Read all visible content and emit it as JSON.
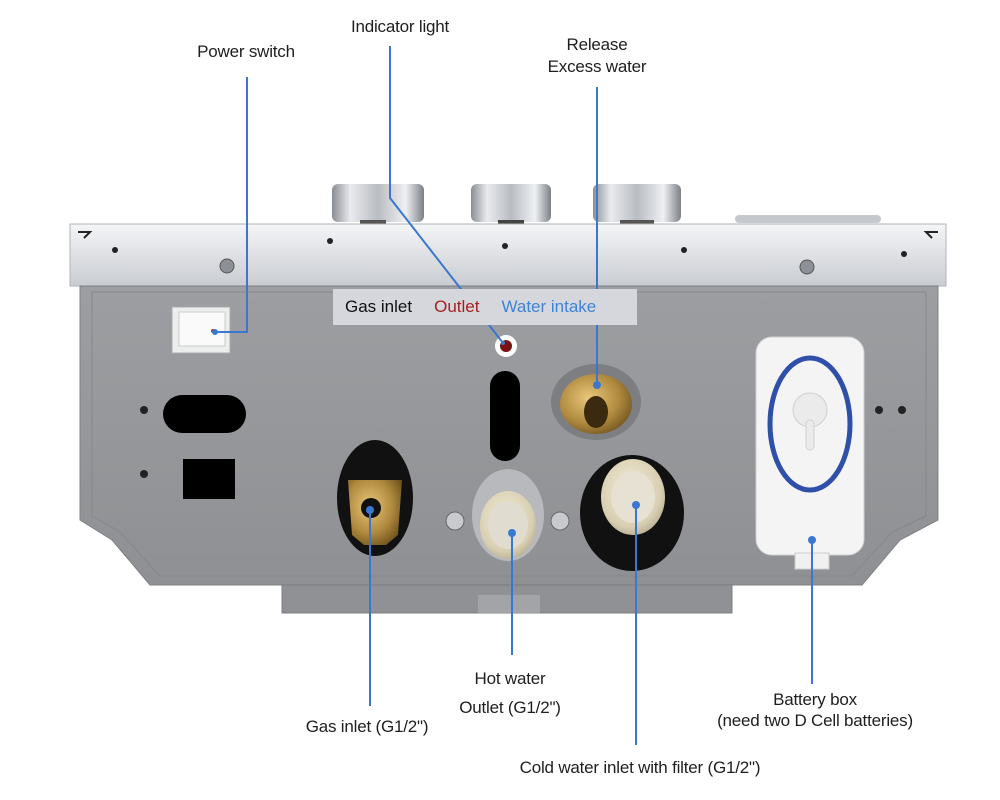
{
  "callouts": {
    "power_switch": "Power switch",
    "indicator_light": "Indicator light",
    "release_line1": "Release",
    "release_line2": "Excess water",
    "gas_inlet": "Gas inlet (G1/2\")",
    "hot_water_line1": "Hot water",
    "hot_water_line2": "Outlet (G1/2\")",
    "cold_water": "Cold water inlet  with filter (G1/2\")",
    "battery_line1": "Battery box",
    "battery_line2": "(need two D Cell batteries)"
  },
  "sticker": {
    "gas": "Gas inlet",
    "outlet": "Outlet",
    "water": "Water intake"
  },
  "colors": {
    "callout_line": "#3a78d0",
    "sticker_outlet": "#a3221f",
    "sticker_water": "#3d84d6",
    "battery_ring": "#2f4fa8"
  }
}
